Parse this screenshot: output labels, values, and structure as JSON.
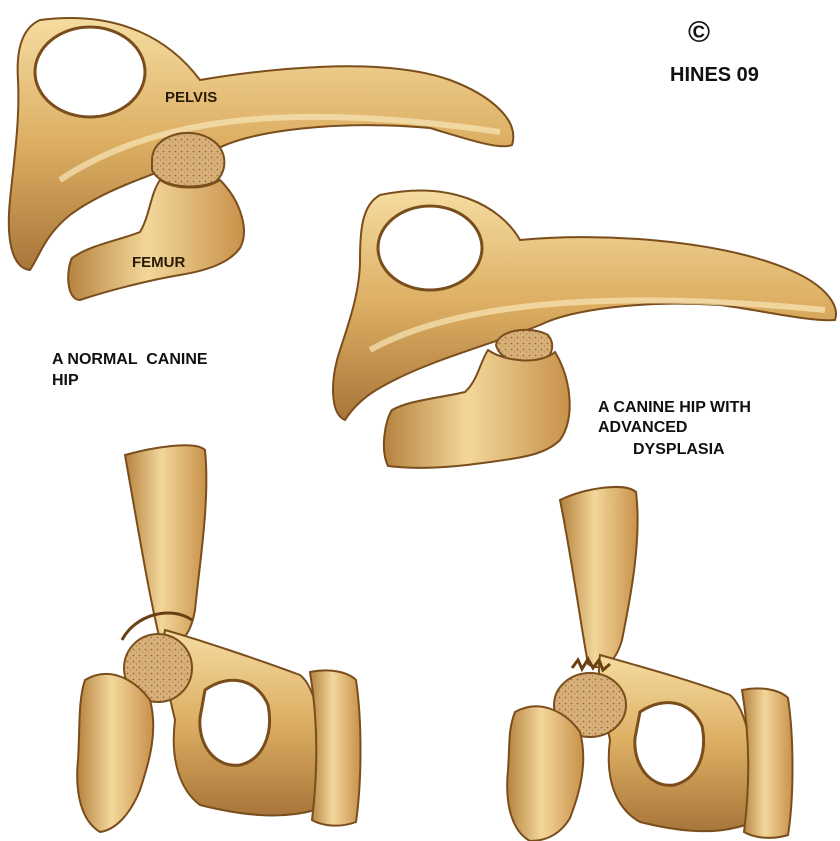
{
  "copyright_symbol": "©",
  "credit": "HINES 09",
  "labels": {
    "pelvis": "PELVIS",
    "femur": "FEMUR"
  },
  "captions": {
    "normal_line1": "A NORMAL  CANINE",
    "normal_line2": "HIP",
    "dysplasia_line1": "A CANINE HIP WITH",
    "dysplasia_line2": "ADVANCED",
    "dysplasia_line3": "DYSPLASIA"
  },
  "colors": {
    "bone_light": "#f2d79a",
    "bone_mid": "#d9a95c",
    "bone_dark": "#9a6a2c",
    "bone_outline": "#7a4e1c",
    "background": "#ffffff",
    "text": "#111111"
  }
}
